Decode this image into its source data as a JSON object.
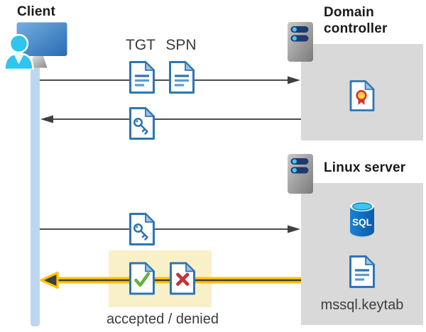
{
  "entities": {
    "client": {
      "title": "Client"
    },
    "domain_controller": {
      "title": "Domain controller"
    },
    "linux_server": {
      "title": "Linux server",
      "keytab_filename": "mssql.keytab"
    }
  },
  "flows": {
    "tgt_label": "TGT",
    "spn_label": "SPN",
    "result_label": "accepted / denied"
  },
  "icons": {
    "sql_database_label": "SQL",
    "client_icon": "monitor-with-user",
    "server_icon": "server-tower",
    "document_icon": "blue-document",
    "key_document_icon": "document-with-key",
    "certificate_icon": "document-with-rosette",
    "accepted_icon": "document-with-green-check",
    "denied_icon": "document-with-red-cross"
  },
  "colors": {
    "panel": "#D9D9D9",
    "lifeline": "#BDD7F2",
    "highlight": "#FAF0C8",
    "doc-border": "#2E75B6",
    "doc-fold": "#9DC3E6",
    "arrow": "#4D4D4D",
    "accent-yellow": "#FFC400",
    "check-green": "#65B144",
    "cross-red": "#C13437",
    "cert-red": "#D13438",
    "cert-yellow": "#FFD23B",
    "sql-blue": "#0F6CBD",
    "sql-cyan": "#3FC6EC",
    "person-cyan": "#2EC5EE",
    "server-bar-navy": "#1E3A6E"
  }
}
